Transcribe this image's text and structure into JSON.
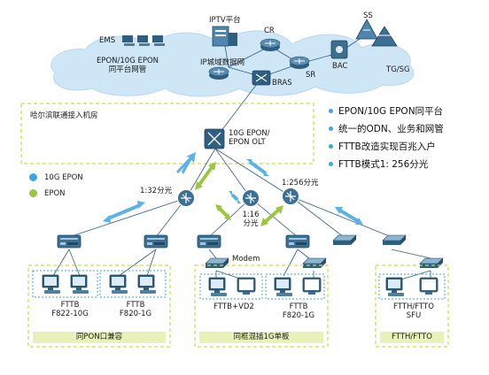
{
  "colors": {
    "cloud": "#cfe6f7",
    "cloud_stroke": "#b9d8ee",
    "dashed_box": "#cfd94a",
    "device": "#2f5f80",
    "link_blue": "#5cb3e3",
    "link_green": "#9cc63f",
    "bullet": "#3aa8e0",
    "group_label_bg": "#e9f1b8",
    "lan_dashed": "#3aa8e0"
  },
  "core": {
    "iptv": "IPTV平台",
    "cr": "CR",
    "ss": "SS",
    "ems": "EMS",
    "ip_metro": "IP城域数据网",
    "bras": "BRAS",
    "sr": "SR",
    "bac": "BAC",
    "tg_sg": "TG/SG",
    "nms_line1": "EPON/10G EPON",
    "nms_line2": "同平台网管"
  },
  "machine_room": "哈尔滨联通接入机房",
  "olt_line1": "10G EPON/",
  "olt_line2": "EPON OLT",
  "splitters": {
    "left": "1:32分光",
    "middle_line1": "1:16",
    "middle_line2": "分光",
    "right": "1:256分光"
  },
  "modem": "Modem",
  "legend": [
    {
      "label": "10G EPON",
      "color": "#3aa8e0"
    },
    {
      "label": "EPON",
      "color": "#9cc63f"
    }
  ],
  "bullets": [
    "EPON/10G EPON同平台",
    "统一的ODN、业务和网管",
    "FTTB改造实现百兆入户",
    "FTTB模式1: 256分光"
  ],
  "endpoints": [
    {
      "line1": "FTTB",
      "line2": "F822-10G"
    },
    {
      "line1": "FTTB",
      "line2": "F820-1G"
    },
    {
      "line1": "FTTB+VD2",
      "line2": ""
    },
    {
      "line1": "FTTB",
      "line2": "F820-1G"
    },
    {
      "line1": "FTTH/FTTO",
      "line2": "SFU"
    }
  ],
  "groups": [
    "同PON口兼容",
    "同框混插1G单板",
    "FTTH/FTTO"
  ]
}
